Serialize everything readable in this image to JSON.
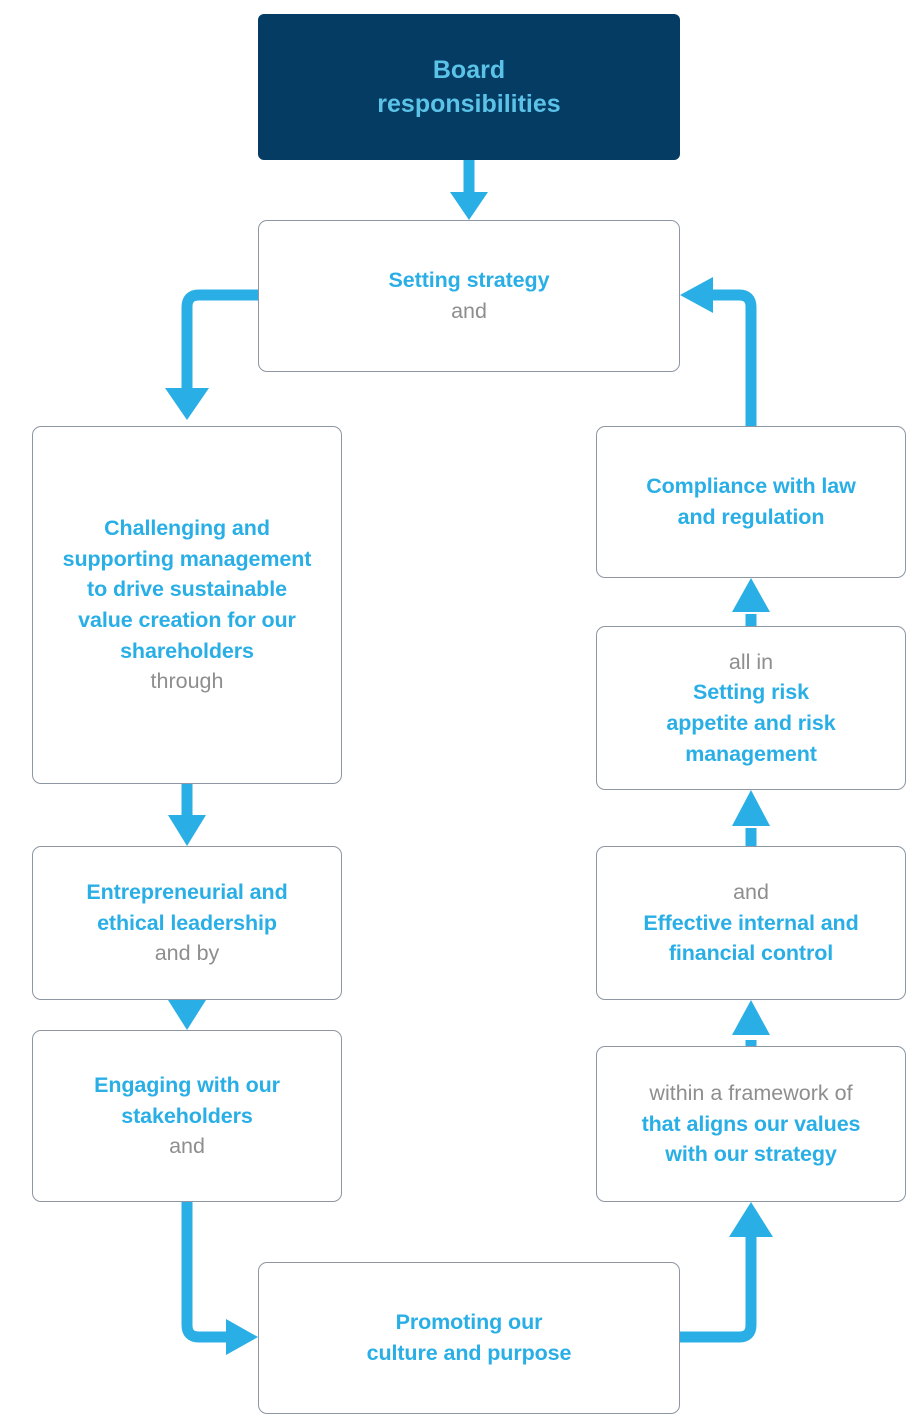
{
  "diagram": {
    "title": "Board responsibilities",
    "colors": {
      "hero_background": "#043c63",
      "hero_text": "#5cc3e8",
      "accent_blue": "#29afe6",
      "muted_grey": "#8e8e8e",
      "box_border": "#8d96a2",
      "page_background": "#ffffff"
    },
    "nodes": {
      "board_responsibilities": {
        "line1": "Board",
        "line2": "responsibilities"
      },
      "setting_strategy": {
        "strong": "Setting strategy",
        "muted": "and"
      },
      "challenging_supporting": {
        "strong_line1": "Challenging and",
        "strong_line2": "supporting management",
        "strong_line3": "to drive sustainable",
        "strong_line4": "value creation for our",
        "strong_line5": "shareholders",
        "muted": "through"
      },
      "entrepreneurial_leadership": {
        "strong_line1": "Entrepreneurial and",
        "strong_line2": "ethical leadership",
        "muted": "and by"
      },
      "engaging_stakeholders": {
        "strong_line1": "Engaging with our",
        "strong_line2": "stakeholders",
        "muted": "and"
      },
      "promoting_culture": {
        "strong_line1": "Promoting our",
        "strong_line2": "culture and purpose"
      },
      "within_framework": {
        "muted": "within a framework of",
        "strong_line1": "that aligns our values",
        "strong_line2": "with our strategy"
      },
      "effective_control": {
        "muted": "and",
        "strong_line1": "Effective internal and",
        "strong_line2": "financial control"
      },
      "setting_risk": {
        "muted": "all in",
        "strong_line1": "Setting risk",
        "strong_line2": "appetite and risk",
        "strong_line3": "management"
      },
      "compliance": {
        "strong_line1": "Compliance with law",
        "strong_line2": "and regulation"
      }
    },
    "connectors": [
      {
        "name": "board-to-strategy",
        "style": "straight-down-arrow"
      },
      {
        "name": "strategy-to-challenging",
        "style": "elbow-left-down-arrow"
      },
      {
        "name": "challenging-to-entrepreneurial",
        "style": "straight-down-arrow"
      },
      {
        "name": "entrepreneurial-to-engaging",
        "style": "straight-down-arrow"
      },
      {
        "name": "engaging-to-promoting",
        "style": "elbow-down-right-arrow"
      },
      {
        "name": "promoting-to-within-framework",
        "style": "elbow-right-up-arrow"
      },
      {
        "name": "within-framework-to-effective-control",
        "style": "straight-up-arrow"
      },
      {
        "name": "effective-control-to-setting-risk",
        "style": "straight-up-arrow"
      },
      {
        "name": "setting-risk-to-compliance",
        "style": "straight-up-arrow"
      },
      {
        "name": "compliance-to-strategy",
        "style": "elbow-up-left-arrow"
      }
    ]
  }
}
